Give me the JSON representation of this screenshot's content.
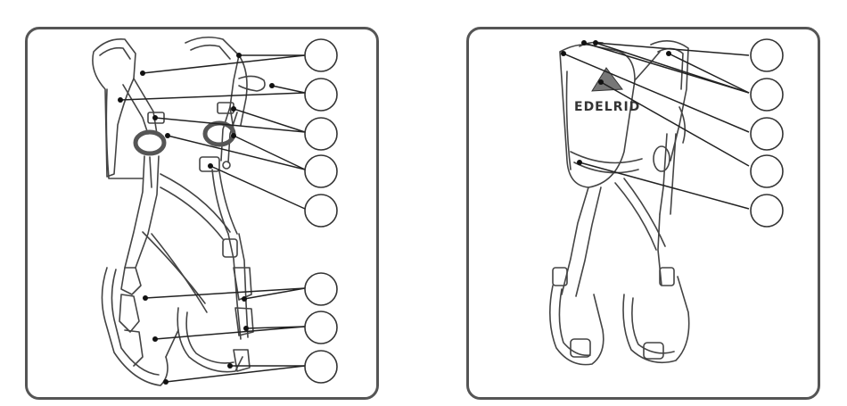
{
  "left_diagram": {
    "callout_count": 8,
    "colors": {
      "stroke": "#444444",
      "ring": "#555555",
      "border": "#555555"
    }
  },
  "right_diagram": {
    "callout_count": 5,
    "logo_text": "EDELRID",
    "colors": {
      "stroke": "#444444",
      "label_fill": "#777777",
      "border": "#555555"
    }
  }
}
